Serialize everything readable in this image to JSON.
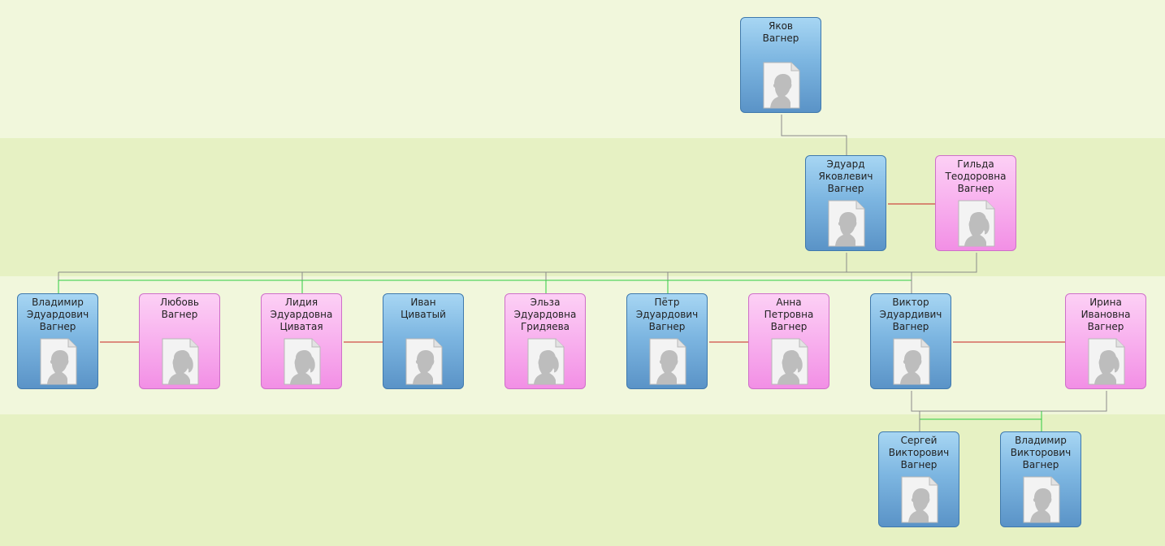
{
  "colors": {
    "male": "#6fa8d9",
    "female": "#f6a8ec",
    "spouse_line": "#c82020",
    "child_line": "#2ecc40",
    "tree_line": "#8a8a8a"
  },
  "icons": {
    "male_photo": "male-silhouette-icon",
    "female_photo": "female-silhouette-icon"
  },
  "people": {
    "p1": "Яков\nВагнер",
    "p2": "Эдуард\nЯковлевич\nВагнер",
    "p3": "Гильда\nТеодоровна\nВагнер",
    "p4": "Владимир\nЭдуардович\nВагнер",
    "p5": "Любовь\nВагнер",
    "p6": "Лидия\nЭдуардовна\nЦиватая",
    "p7": "Иван\nЦиватый",
    "p8": "Эльза\nЭдуардовна\nГридяева",
    "p9": "Пётр\nЭдуардович\nВагнер",
    "p10": "Анна\nПетровна\nВагнер",
    "p11": "Виктор\nЭдуардивич\nВагнер",
    "p12": "Ирина\nИвановна\nВагнер",
    "p13": "Сергей\nВикторович\nВагнер",
    "p14": "Владимир\nВикторович\nВагнер"
  }
}
